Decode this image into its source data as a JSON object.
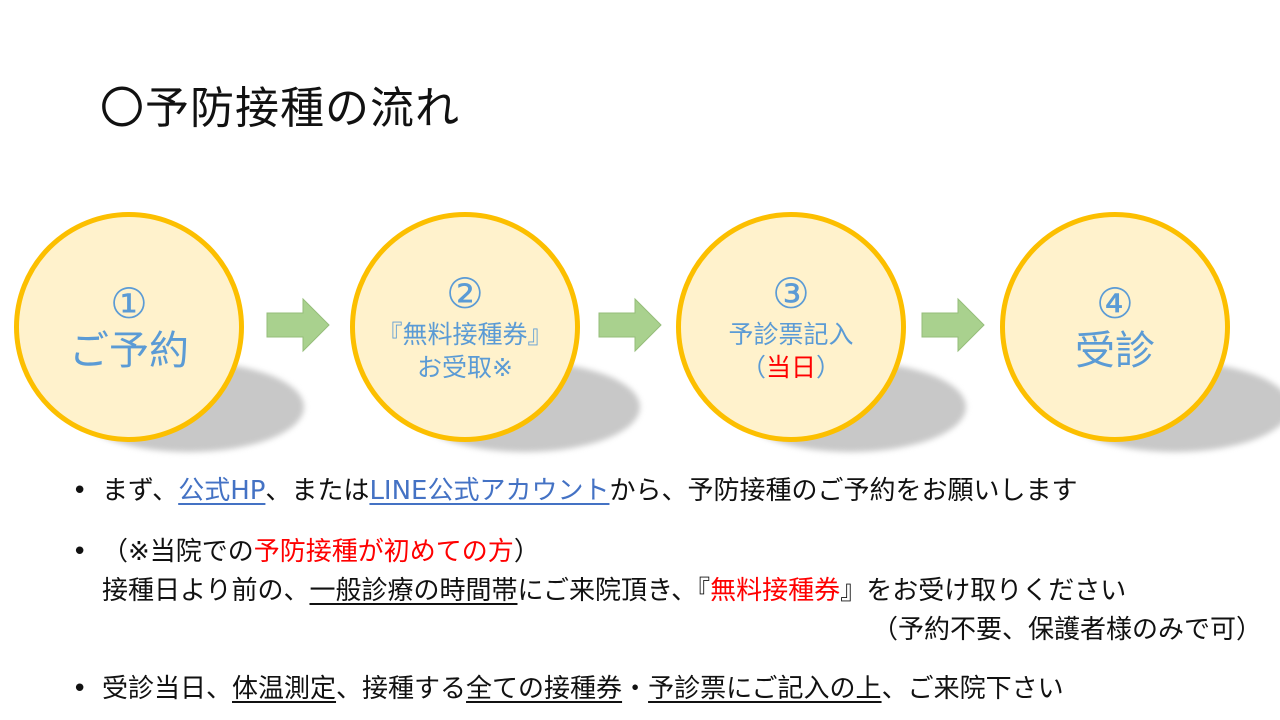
{
  "title": "〇予防接種の流れ",
  "steps": [
    {
      "num": "①",
      "label": "ご予約"
    },
    {
      "num": "②",
      "label_line1": "『無料接種券』",
      "label_line2": "お受取※"
    },
    {
      "num": "③",
      "label_line1": "予診票記入",
      "paren_open": "（",
      "highlight": "当日",
      "paren_close": "）"
    },
    {
      "num": "④",
      "label": "受診"
    }
  ],
  "bullets": {
    "b1": {
      "t1": "まず、",
      "link1": "公式HP",
      "t2": "、または",
      "link2": "LINE公式アカウント",
      "t3": "から、予防接種のご予約をお願いします"
    },
    "b2": {
      "t1": "（※当院での",
      "red1": "予防接種が初めての方",
      "t2": "）",
      "l2_t1": "接種日より前の、",
      "l2_u1": "一般診療の時間帯",
      "l2_t2": "にご来院頂き、『",
      "l2_red": "無料接種券",
      "l2_t3": "』をお受け取りください",
      "l3": "（予約不要、保護者様のみで可）"
    },
    "b3": {
      "t1": "受診当日、",
      "u1": "体温測定",
      "t2": "、接種する",
      "u2": "全ての接種券",
      "t3": "・",
      "u3": "予診票にご記入の上",
      "t4": "、ご来院下さい"
    }
  },
  "colors": {
    "circle_border": "#fcbf00",
    "circle_fill": "#fff2cc",
    "step_text": "#5b9bd5",
    "arrow": "#a9d18e",
    "link": "#4472c4",
    "emphasis": "#ff0000"
  }
}
